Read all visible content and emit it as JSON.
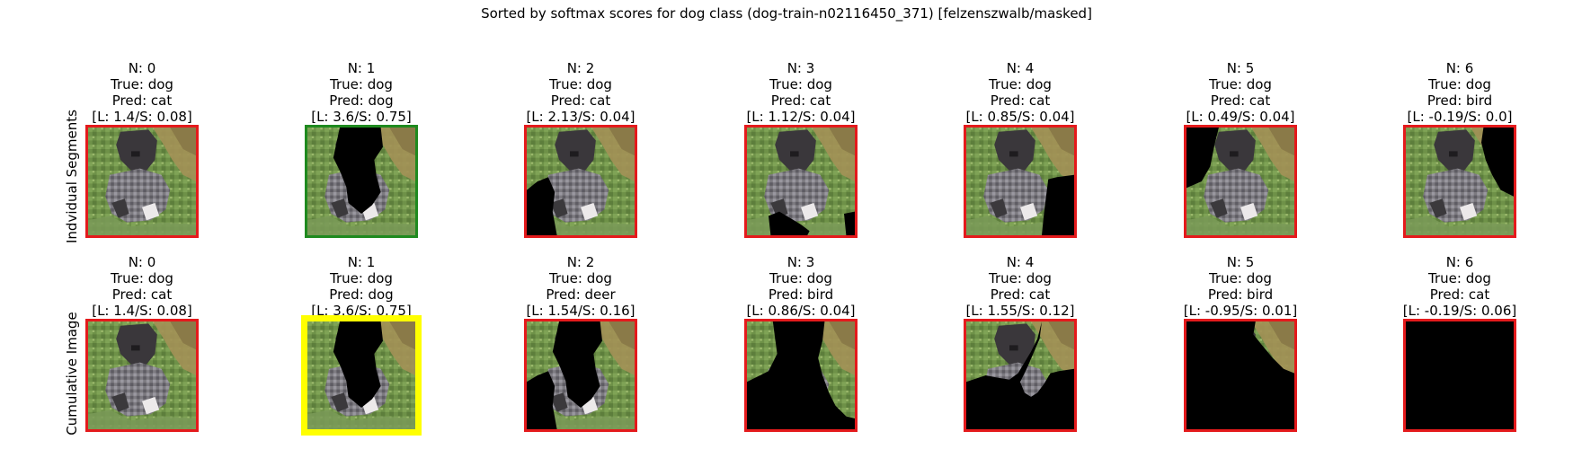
{
  "title": "Sorted by softmax scores for dog class (dog-train-n02116450_371) [felzenszwalb/masked]",
  "colors": {
    "wrong": "#e41a1c",
    "correct": "#1f8a1f",
    "best": "#ffff00"
  },
  "rows": [
    {
      "label": "Indvidual Segments",
      "panels": [
        {
          "n": "N: 0",
          "true": "True: dog",
          "pred": "Pred: cat",
          "score": "[L: 1.4/S: 0.08]",
          "border": "wrong",
          "mask": "none"
        },
        {
          "n": "N: 1",
          "true": "True: dog",
          "pred": "Pred: dog",
          "score": "[L: 3.6/S: 0.75]",
          "border": "correct",
          "mask": "s1"
        },
        {
          "n": "N: 2",
          "true": "True: dog",
          "pred": "Pred: cat",
          "score": "[L: 2.13/S: 0.04]",
          "border": "wrong",
          "mask": "s2"
        },
        {
          "n": "N: 3",
          "true": "True: dog",
          "pred": "Pred: cat",
          "score": "[L: 1.12/S: 0.04]",
          "border": "wrong",
          "mask": "s3"
        },
        {
          "n": "N: 4",
          "true": "True: dog",
          "pred": "Pred: cat",
          "score": "[L: 0.85/S: 0.04]",
          "border": "wrong",
          "mask": "s4"
        },
        {
          "n": "N: 5",
          "true": "True: dog",
          "pred": "Pred: cat",
          "score": "[L: 0.49/S: 0.04]",
          "border": "wrong",
          "mask": "s5"
        },
        {
          "n": "N: 6",
          "true": "True: dog",
          "pred": "Pred: bird",
          "score": "[L: -0.19/S: 0.0]",
          "border": "wrong",
          "mask": "s6"
        }
      ]
    },
    {
      "label": "Cumulative Image",
      "panels": [
        {
          "n": "N: 0",
          "true": "True: dog",
          "pred": "Pred: cat",
          "score": "[L: 1.4/S: 0.08]",
          "border": "wrong",
          "mask": "none"
        },
        {
          "n": "N: 1",
          "true": "True: dog",
          "pred": "Pred: dog",
          "score": "[L: 3.6/S: 0.75]",
          "border": "best",
          "mask": "c1"
        },
        {
          "n": "N: 2",
          "true": "True: dog",
          "pred": "Pred: deer",
          "score": "[L: 1.54/S: 0.16]",
          "border": "wrong",
          "mask": "c2"
        },
        {
          "n": "N: 3",
          "true": "True: dog",
          "pred": "Pred: bird",
          "score": "[L: 0.86/S: 0.04]",
          "border": "wrong",
          "mask": "c3"
        },
        {
          "n": "N: 4",
          "true": "True: dog",
          "pred": "Pred: cat",
          "score": "[L: 1.55/S: 0.12]",
          "border": "wrong",
          "mask": "c4"
        },
        {
          "n": "N: 5",
          "true": "True: dog",
          "pred": "Pred: bird",
          "score": "[L: -0.95/S: 0.01]",
          "border": "wrong",
          "mask": "c5"
        },
        {
          "n": "N: 6",
          "true": "True: dog",
          "pred": "Pred: cat",
          "score": "[L: -0.19/S: 0.06]",
          "border": "wrong",
          "mask": "c6"
        }
      ]
    }
  ]
}
